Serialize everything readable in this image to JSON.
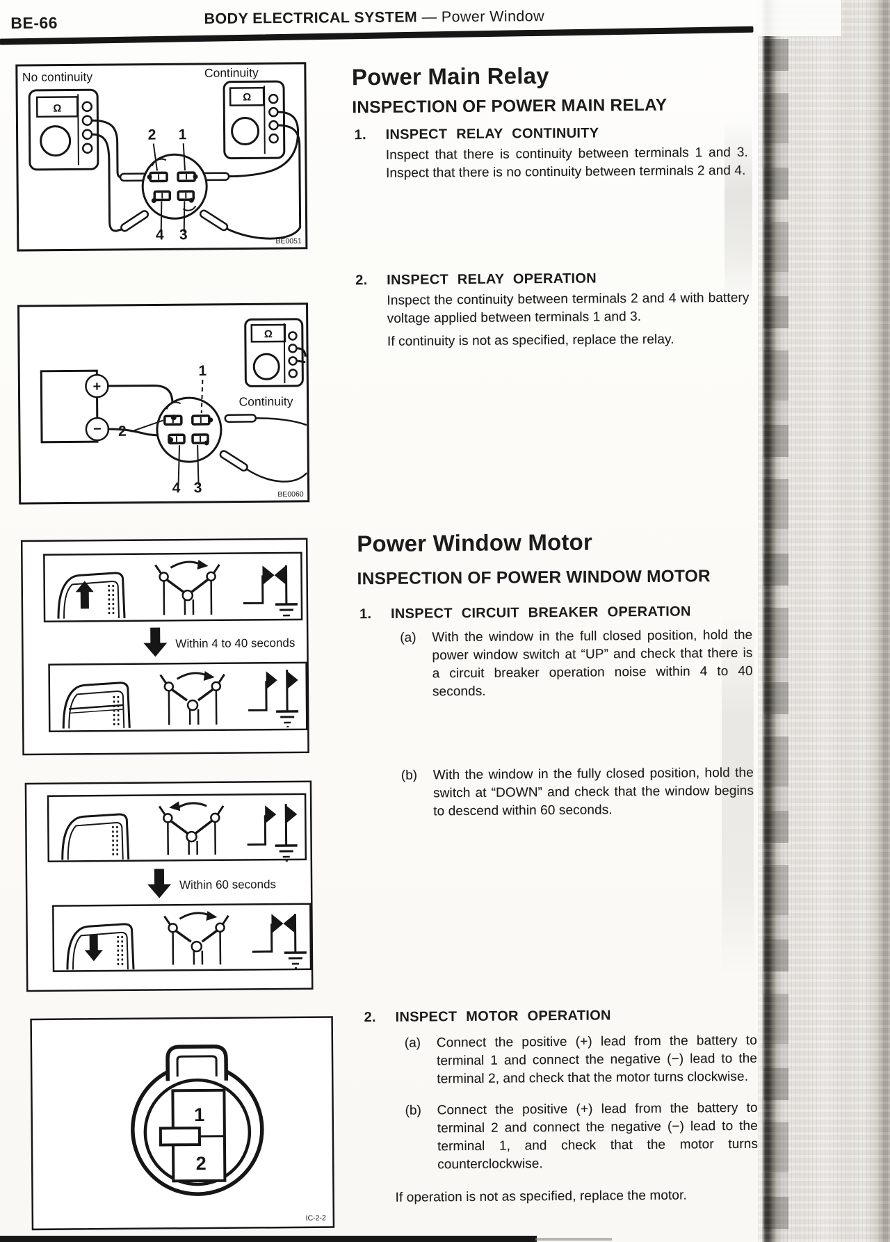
{
  "header": {
    "page_number": "BE-66",
    "section_title": "BODY ELECTRICAL SYSTEM",
    "separator": "—",
    "subtopic": "Power Window"
  },
  "relay": {
    "title": "Power Main Relay",
    "subtitle": "INSPECTION OF POWER MAIN RELAY",
    "step1": {
      "num": "1.",
      "heading": "INSPECT RELAY CONTINUITY",
      "body": "Inspect that there is continuity between terminals 1 and 3. Inspect that there is no continuity between terminals 2 and 4."
    },
    "step2": {
      "num": "2.",
      "heading": "INSPECT RELAY OPERATION",
      "body": "Inspect the continuity between terminals 2 and 4 with battery voltage applied between terminals 1 and 3.",
      "note": "If continuity is not as specified, replace the relay."
    }
  },
  "motor": {
    "title": "Power Window Motor",
    "subtitle": "INSPECTION OF POWER WINDOW MOTOR",
    "step1": {
      "num": "1.",
      "heading": "INSPECT CIRCUIT BREAKER OPERATION",
      "item_a": {
        "label": "(a)",
        "text": "With the window in the full closed position, hold the power window switch at “UP” and check that there is a circuit breaker operation noise within 4 to 40 seconds."
      },
      "item_b": {
        "label": "(b)",
        "text": "With the window in the fully closed position, hold the switch at “DOWN” and check that the window begins to descend within 60 seconds."
      }
    },
    "step2": {
      "num": "2.",
      "heading": "INSPECT MOTOR OPERATION",
      "item_a": {
        "label": "(a)",
        "text": "Connect the positive (+) lead from the battery to terminal 1 and connect the negative (−) lead to the terminal 2, and check that the motor turns clockwise."
      },
      "item_b": {
        "label": "(b)",
        "text": "Connect the positive (+) lead from the battery to terminal 2 and connect the negative (−) lead to the terminal 1, and check that the motor turns counterclockwise."
      },
      "note": "If operation is not as specified, replace the motor."
    }
  },
  "figures": {
    "fig1": {
      "label_no_continuity": "No continuity",
      "label_continuity": "Continuity",
      "ohm": "Ω",
      "t1": "1",
      "t2": "2",
      "t3": "3",
      "t4": "4",
      "code": "BE0051"
    },
    "fig2": {
      "label_continuity": "Continuity",
      "ohm": "Ω",
      "battery_plus": "+",
      "battery_minus": "−",
      "t1": "1",
      "t2": "2",
      "t3": "3",
      "t4": "4",
      "code": "BE0060"
    },
    "fig3": {
      "caption": "Within 4 to 40 seconds"
    },
    "fig4": {
      "caption": "Within 60 seconds"
    },
    "fig5": {
      "t1": "1",
      "t2": "2",
      "code": "IC-2-2"
    }
  }
}
